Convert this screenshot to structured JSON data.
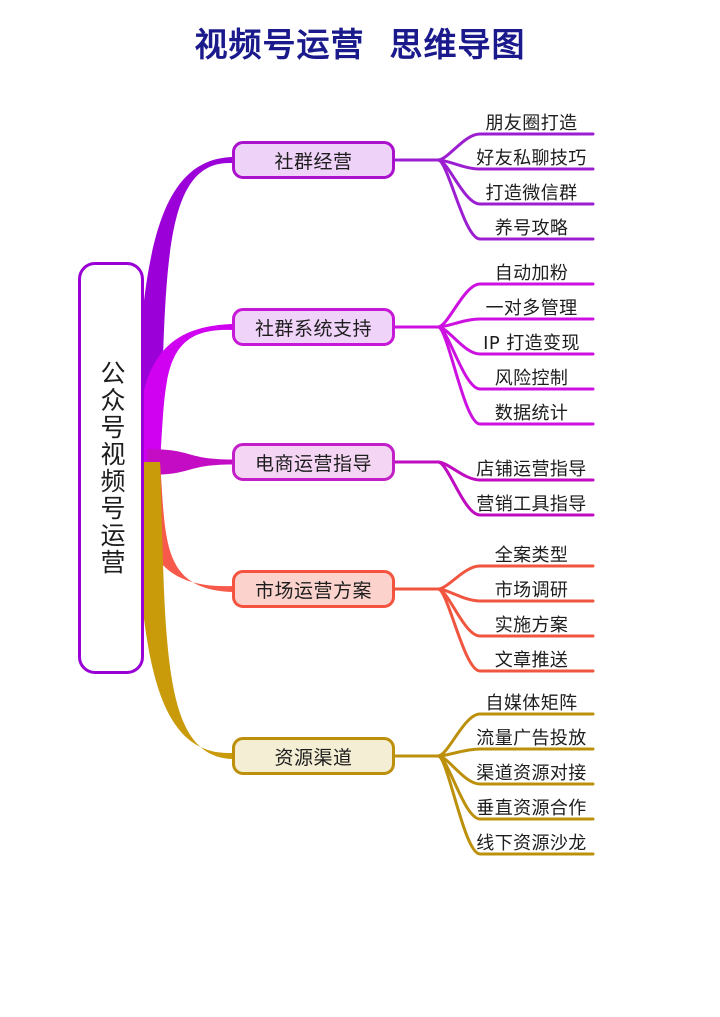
{
  "page": {
    "title": "视频号运营  思维导图",
    "title_color": "#1a1a8c",
    "background": "#ffffff"
  },
  "root": {
    "label": "公众号视频号运营",
    "border_color": "#9900d6",
    "fill_color": "#ffffff"
  },
  "branches": [
    {
      "label": "社群经营",
      "link_color": "#9b00d8",
      "node_border": "#aa11cc",
      "node_fill": "#eed2f7",
      "leaf_color": "#9b1fd0",
      "leaves": [
        {
          "label": "朋友圈打造"
        },
        {
          "label": "好友私聊技巧"
        },
        {
          "label": "打造微信群"
        },
        {
          "label": "养号攻略"
        }
      ]
    },
    {
      "label": "社群系统支持",
      "link_color": "#d000f0",
      "node_border": "#c718d8",
      "node_fill": "#f0d3f8",
      "leaf_color": "#cc11e0",
      "leaves": [
        {
          "label": "自动加粉"
        },
        {
          "label": "一对多管理"
        },
        {
          "label": "IP 打造变现"
        },
        {
          "label": "风险控制"
        },
        {
          "label": "数据统计"
        }
      ]
    },
    {
      "label": "电商运营指导",
      "link_color": "#c40cc4",
      "node_border": "#c31fc8",
      "node_fill": "#f4d6f4",
      "leaf_color": "#c00cc0",
      "leaves": [
        {
          "label": "店铺运营指导"
        },
        {
          "label": "营销工具指导"
        }
      ]
    },
    {
      "label": "市场运营方案",
      "link_color": "#f75a4a",
      "node_border": "#f3533f",
      "node_fill": "#fbd3cc",
      "leaf_color": "#f0553f",
      "leaves": [
        {
          "label": "全案类型"
        },
        {
          "label": "市场调研"
        },
        {
          "label": "实施方案"
        },
        {
          "label": "文章推送"
        }
      ]
    },
    {
      "label": "资源渠道",
      "link_color": "#c99a09",
      "node_border": "#bd900c",
      "node_fill": "#f3eed4",
      "leaf_color": "#bd900c",
      "leaves": [
        {
          "label": "自媒体矩阵"
        },
        {
          "label": "流量广告投放"
        },
        {
          "label": "渠道资源对接"
        },
        {
          "label": "垂直资源合作"
        },
        {
          "label": "线下资源沙龙"
        }
      ]
    }
  ]
}
